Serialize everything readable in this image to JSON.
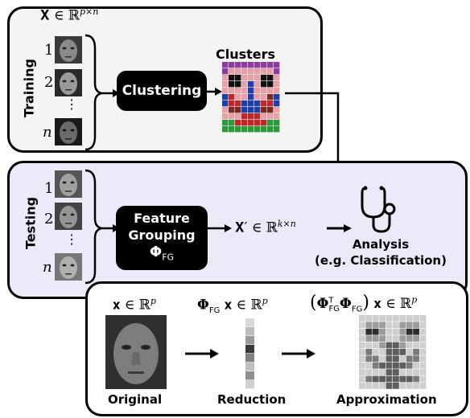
{
  "training": {
    "label": "Training",
    "matrix_label": "𝐗 ∈ ℝ",
    "matrix_sup": "p×n",
    "indices": [
      "1",
      "2",
      "⋮",
      "n"
    ],
    "clustering_label": "Clustering",
    "clusters_label": "Clusters"
  },
  "testing": {
    "label": "Testing",
    "indices": [
      "1",
      "2",
      "⋮",
      "n"
    ],
    "fg_line1": "Feature",
    "fg_line2": "Grouping",
    "fg_symbol": "Φ",
    "fg_sub": "FG",
    "output_label": "𝐗′ ∈ ℝ",
    "output_sup": "k×n",
    "analysis_line1": "Analysis",
    "analysis_line2": "(e.g. Classification)"
  },
  "bottom": {
    "orig_math": "𝐱 ∈ ℝ",
    "orig_sup": "p",
    "orig_label": "Original",
    "red_math_pre": "Φ",
    "red_math_sub": "FG",
    "red_math_post": " 𝐱 ∈ ℝ",
    "red_sup": "p",
    "red_label": "Reduction",
    "approx_label": "Approximation",
    "approx_math_sup": "p"
  },
  "colors": {
    "panel_top_bg": "#f4f4f2",
    "panel_mid_bg": "#eceaf9",
    "black": "#000000"
  }
}
